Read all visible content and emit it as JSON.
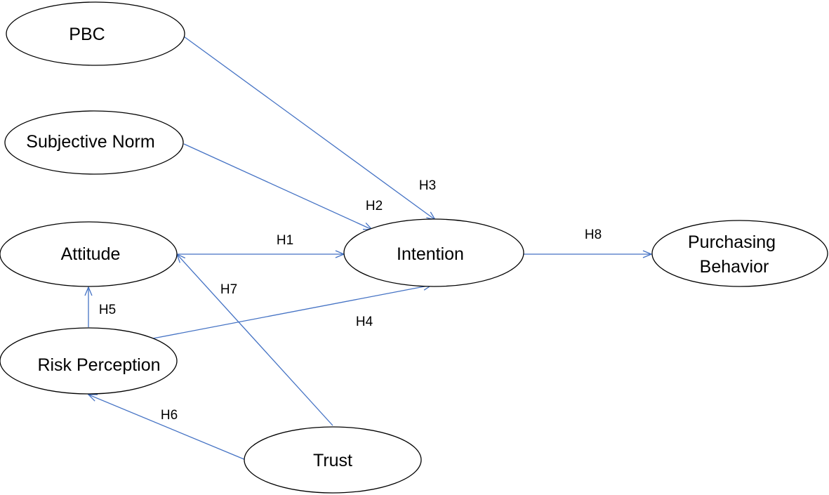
{
  "colors": {
    "arrow": "#4472c4",
    "node_stroke": "#000000",
    "text": "#000000",
    "background": "#ffffff"
  },
  "nodes": {
    "pbc": {
      "label": "PBC"
    },
    "subjective_norm": {
      "label": "Subjective Norm"
    },
    "attitude": {
      "label": "Attitude"
    },
    "risk_perception": {
      "label": "Risk Perception"
    },
    "trust": {
      "label": "Trust"
    },
    "intention": {
      "label": "Intention"
    },
    "purchasing_behavior": {
      "label_lines": [
        "Purchasing",
        "Behavior"
      ]
    }
  },
  "edges": [
    {
      "id": "h1",
      "label": "H1",
      "from": "Attitude",
      "to": "Intention"
    },
    {
      "id": "h2",
      "label": "H2",
      "from": "Subjective Norm",
      "to": "Intention"
    },
    {
      "id": "h3",
      "label": "H3",
      "from": "PBC",
      "to": "Intention"
    },
    {
      "id": "h4",
      "label": "H4",
      "from": "Risk Perception",
      "to": "Intention"
    },
    {
      "id": "h5",
      "label": "H5",
      "from": "Risk Perception",
      "to": "Attitude"
    },
    {
      "id": "h6",
      "label": "H6",
      "from": "Trust",
      "to": "Risk Perception"
    },
    {
      "id": "h7",
      "label": "H7",
      "from": "Trust",
      "to": "Attitude"
    },
    {
      "id": "h8",
      "label": "H8",
      "from": "Intention",
      "to": "Purchasing Behavior"
    }
  ]
}
